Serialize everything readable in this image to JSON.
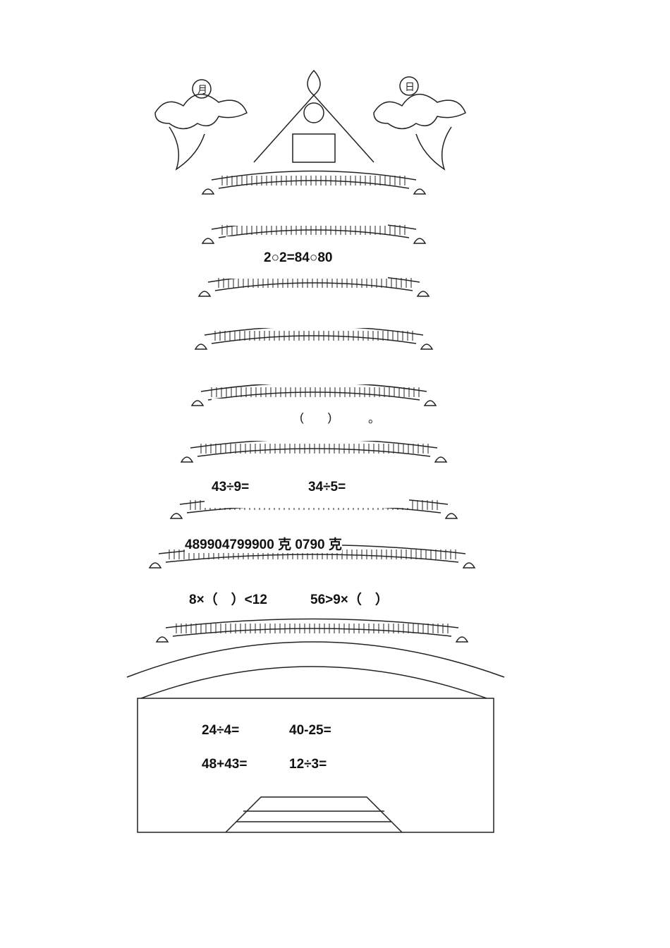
{
  "decor": {
    "moon_char": "月",
    "sun_char": "日"
  },
  "levels": {
    "level2": {
      "equation": "2○2=84○80"
    },
    "level5": {
      "paren": "(　　)",
      "period": "。"
    },
    "level6": {
      "left": "43÷9=",
      "right": "34÷5="
    },
    "weights": {
      "text": "489904799900 克 0790 克"
    },
    "level7": {
      "left": "8×（　）<12",
      "right": "56>9×（　）"
    },
    "base": {
      "a": "24÷4=",
      "b": "40-25=",
      "c": "48+43=",
      "d": "12÷3="
    }
  }
}
